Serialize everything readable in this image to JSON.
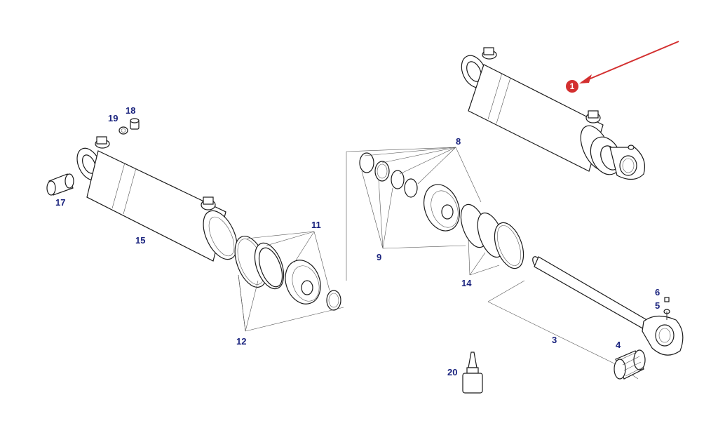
{
  "colors": {
    "label": "#1a237e",
    "callout": "#d32f2f",
    "line": "#2a2a2a"
  },
  "callout": {
    "label": "1"
  },
  "parts": [
    {
      "id": "p3",
      "label": "3"
    },
    {
      "id": "p4",
      "label": "4"
    },
    {
      "id": "p5",
      "label": "5"
    },
    {
      "id": "p6",
      "label": "6"
    },
    {
      "id": "p8",
      "label": "8"
    },
    {
      "id": "p9",
      "label": "9"
    },
    {
      "id": "p11",
      "label": "11"
    },
    {
      "id": "p12",
      "label": "12"
    },
    {
      "id": "p14",
      "label": "14"
    },
    {
      "id": "p15",
      "label": "15"
    },
    {
      "id": "p17",
      "label": "17"
    },
    {
      "id": "p18",
      "label": "18"
    },
    {
      "id": "p19",
      "label": "19"
    },
    {
      "id": "p20",
      "label": "20"
    }
  ]
}
